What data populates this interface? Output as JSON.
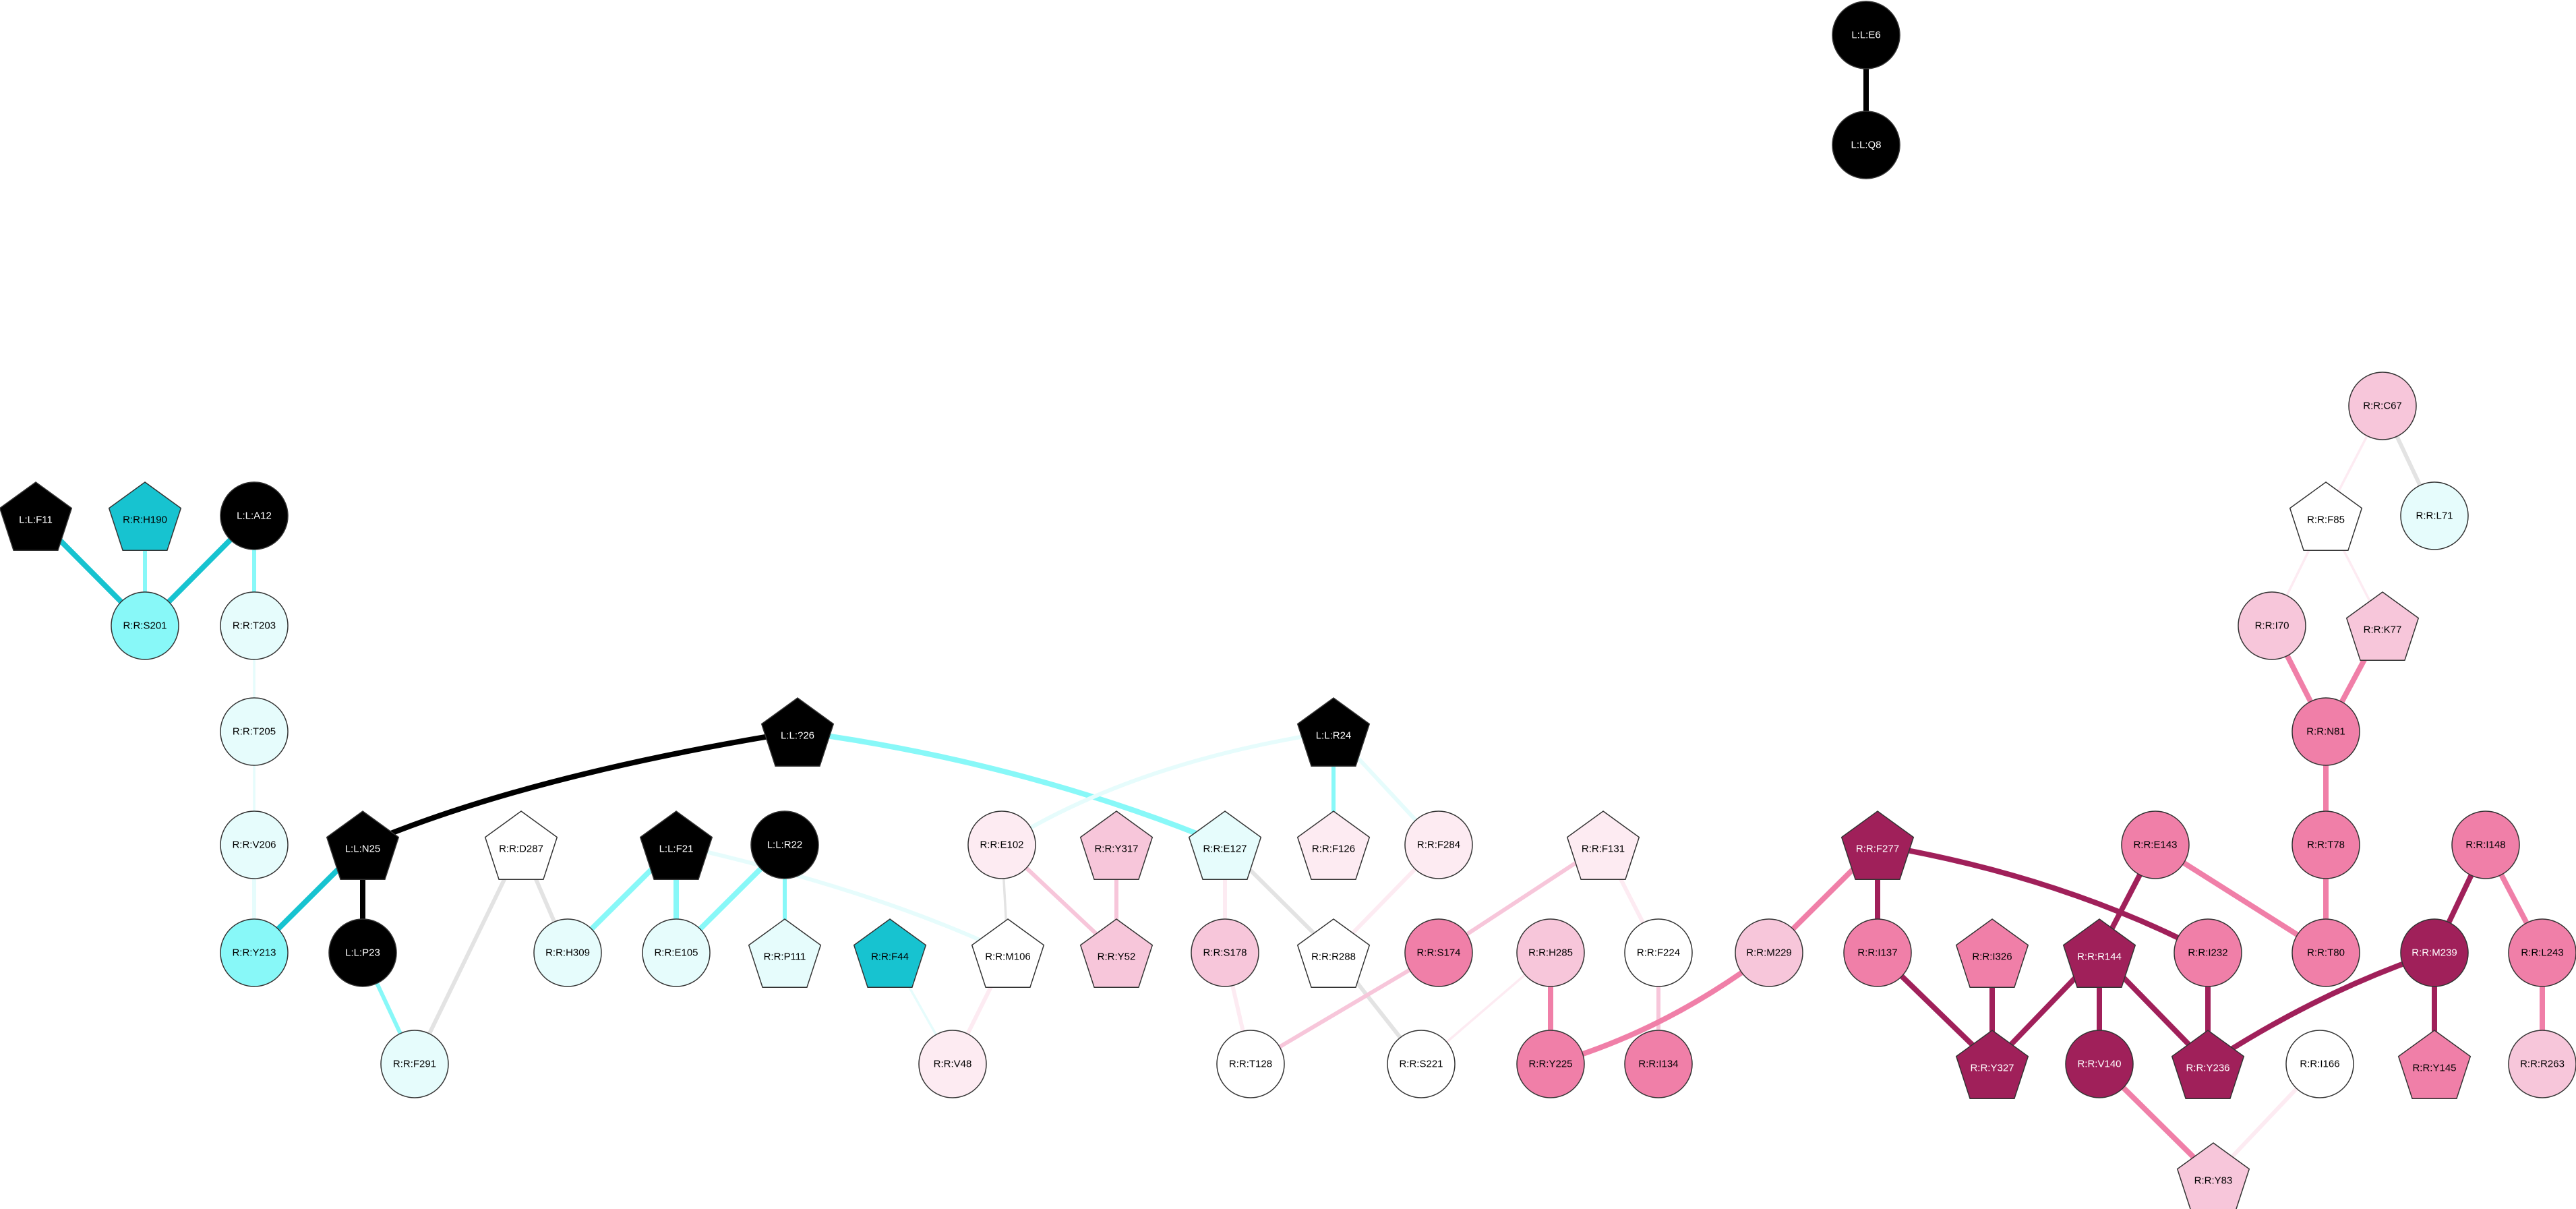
{
  "palette": {
    "black": "#000000",
    "cyan_dark": "#17c3d0",
    "cyan_mid": "#88f8f8",
    "cyan_light": "#e6fcfc",
    "pink_dark": "#a0205a",
    "pink_mid": "#f07fa8",
    "pink_light": "#f7c6da",
    "pink_faint": "#fdebf2",
    "white": "#ffffff",
    "edge_grey": "#e3e3e3"
  },
  "nodes": [
    {
      "id": "L:L:E6",
      "shape": "circle",
      "fill": "black",
      "text": "light"
    },
    {
      "id": "L:L:Q8",
      "shape": "circle",
      "fill": "black",
      "text": "light"
    },
    {
      "id": "R:R:C67",
      "shape": "circle",
      "fill": "pink_light",
      "text": "dark"
    },
    {
      "id": "R:R:F85",
      "shape": "pentagon",
      "fill": "white",
      "text": "dark"
    },
    {
      "id": "R:R:L71",
      "shape": "circle",
      "fill": "cyan_light",
      "text": "dark"
    },
    {
      "id": "R:R:I70",
      "shape": "circle",
      "fill": "pink_light",
      "text": "dark"
    },
    {
      "id": "R:R:K77",
      "shape": "pentagon",
      "fill": "pink_light",
      "text": "dark"
    },
    {
      "id": "R:R:N81",
      "shape": "circle",
      "fill": "pink_mid",
      "text": "dark"
    },
    {
      "id": "L:L:F11",
      "shape": "pentagon",
      "fill": "black",
      "text": "light"
    },
    {
      "id": "R:R:H190",
      "shape": "pentagon",
      "fill": "cyan_dark",
      "text": "dark"
    },
    {
      "id": "L:L:A12",
      "shape": "circle",
      "fill": "black",
      "text": "light"
    },
    {
      "id": "R:R:S201",
      "shape": "circle",
      "fill": "cyan_mid",
      "text": "dark"
    },
    {
      "id": "R:R:T203",
      "shape": "circle",
      "fill": "cyan_light",
      "text": "dark"
    },
    {
      "id": "R:R:T205",
      "shape": "circle",
      "fill": "cyan_light",
      "text": "dark"
    },
    {
      "id": "R:R:V206",
      "shape": "circle",
      "fill": "cyan_light",
      "text": "dark"
    },
    {
      "id": "R:R:Y213",
      "shape": "circle",
      "fill": "cyan_mid",
      "text": "dark"
    },
    {
      "id": "L:L:?26",
      "shape": "pentagon",
      "fill": "black",
      "text": "light"
    },
    {
      "id": "L:L:R24",
      "shape": "pentagon",
      "fill": "black",
      "text": "light"
    },
    {
      "id": "L:L:N25",
      "shape": "pentagon",
      "fill": "black",
      "text": "light"
    },
    {
      "id": "L:L:P23",
      "shape": "circle",
      "fill": "black",
      "text": "light"
    },
    {
      "id": "R:R:F291",
      "shape": "circle",
      "fill": "cyan_light",
      "text": "dark"
    },
    {
      "id": "R:R:D287",
      "shape": "pentagon",
      "fill": "white",
      "text": "dark"
    },
    {
      "id": "R:R:H309",
      "shape": "circle",
      "fill": "cyan_light",
      "text": "dark"
    },
    {
      "id": "L:L:F21",
      "shape": "pentagon",
      "fill": "black",
      "text": "light"
    },
    {
      "id": "L:L:R22",
      "shape": "circle",
      "fill": "black",
      "text": "light"
    },
    {
      "id": "R:R:E105",
      "shape": "circle",
      "fill": "cyan_light",
      "text": "dark"
    },
    {
      "id": "R:R:P111",
      "shape": "pentagon",
      "fill": "cyan_light",
      "text": "dark"
    },
    {
      "id": "R:R:F44",
      "shape": "pentagon",
      "fill": "cyan_dark",
      "text": "dark"
    },
    {
      "id": "R:R:E102",
      "shape": "circle",
      "fill": "pink_faint",
      "text": "dark"
    },
    {
      "id": "R:R:M106",
      "shape": "pentagon",
      "fill": "white",
      "text": "dark"
    },
    {
      "id": "R:R:V48",
      "shape": "circle",
      "fill": "pink_faint",
      "text": "dark"
    },
    {
      "id": "R:R:Y317",
      "shape": "pentagon",
      "fill": "pink_light",
      "text": "dark"
    },
    {
      "id": "R:R:Y52",
      "shape": "pentagon",
      "fill": "pink_light",
      "text": "dark"
    },
    {
      "id": "R:R:E127",
      "shape": "pentagon",
      "fill": "cyan_light",
      "text": "dark"
    },
    {
      "id": "R:R:S178",
      "shape": "circle",
      "fill": "pink_light",
      "text": "dark"
    },
    {
      "id": "R:R:T128",
      "shape": "circle",
      "fill": "white",
      "text": "dark"
    },
    {
      "id": "R:R:F126",
      "shape": "pentagon",
      "fill": "pink_faint",
      "text": "dark"
    },
    {
      "id": "R:R:F284",
      "shape": "circle",
      "fill": "pink_faint",
      "text": "dark"
    },
    {
      "id": "R:R:R288",
      "shape": "pentagon",
      "fill": "white",
      "text": "dark"
    },
    {
      "id": "R:R:S174",
      "shape": "circle",
      "fill": "pink_mid",
      "text": "dark"
    },
    {
      "id": "R:R:S221",
      "shape": "circle",
      "fill": "white",
      "text": "dark"
    },
    {
      "id": "R:R:F131",
      "shape": "pentagon",
      "fill": "pink_faint",
      "text": "dark"
    },
    {
      "id": "R:R:H285",
      "shape": "circle",
      "fill": "pink_light",
      "text": "dark"
    },
    {
      "id": "R:R:F224",
      "shape": "circle",
      "fill": "white",
      "text": "dark"
    },
    {
      "id": "R:R:Y225",
      "shape": "circle",
      "fill": "pink_mid",
      "text": "dark"
    },
    {
      "id": "R:R:I134",
      "shape": "circle",
      "fill": "pink_mid",
      "text": "dark"
    },
    {
      "id": "R:R:M229",
      "shape": "circle",
      "fill": "pink_light",
      "text": "dark"
    },
    {
      "id": "R:R:F277",
      "shape": "pentagon",
      "fill": "pink_dark",
      "text": "light"
    },
    {
      "id": "R:R:I137",
      "shape": "circle",
      "fill": "pink_mid",
      "text": "dark"
    },
    {
      "id": "R:R:I326",
      "shape": "pentagon",
      "fill": "pink_mid",
      "text": "dark"
    },
    {
      "id": "R:R:Y327",
      "shape": "pentagon",
      "fill": "pink_dark",
      "text": "light"
    },
    {
      "id": "R:R:E143",
      "shape": "circle",
      "fill": "pink_mid",
      "text": "dark"
    },
    {
      "id": "R:R:R144",
      "shape": "pentagon",
      "fill": "pink_dark",
      "text": "light"
    },
    {
      "id": "R:R:V140",
      "shape": "circle",
      "fill": "pink_dark",
      "text": "light"
    },
    {
      "id": "R:R:I232",
      "shape": "circle",
      "fill": "pink_mid",
      "text": "dark"
    },
    {
      "id": "R:R:Y236",
      "shape": "pentagon",
      "fill": "pink_dark",
      "text": "light"
    },
    {
      "id": "R:R:T78",
      "shape": "circle",
      "fill": "pink_mid",
      "text": "dark"
    },
    {
      "id": "R:R:T80",
      "shape": "circle",
      "fill": "pink_mid",
      "text": "dark"
    },
    {
      "id": "R:R:I166",
      "shape": "circle",
      "fill": "white",
      "text": "dark"
    },
    {
      "id": "R:R:Y83",
      "shape": "pentagon",
      "fill": "pink_light",
      "text": "dark"
    },
    {
      "id": "R:R:I148",
      "shape": "circle",
      "fill": "pink_mid",
      "text": "dark"
    },
    {
      "id": "R:R:M239",
      "shape": "circle",
      "fill": "pink_dark",
      "text": "light"
    },
    {
      "id": "R:R:L243",
      "shape": "circle",
      "fill": "pink_mid",
      "text": "dark"
    },
    {
      "id": "R:R:Y145",
      "shape": "pentagon",
      "fill": "pink_mid",
      "text": "dark"
    },
    {
      "id": "R:R:R263",
      "shape": "circle",
      "fill": "pink_light",
      "text": "dark"
    }
  ],
  "edges": [
    {
      "source": "L:L:E6",
      "target": "L:L:Q8",
      "color": "black",
      "weight": "heavy"
    },
    {
      "source": "R:R:C67",
      "target": "R:R:F85",
      "color": "pink_faint",
      "weight": "light"
    },
    {
      "source": "R:R:C67",
      "target": "R:R:L71",
      "color": "edge_grey",
      "weight": "medium"
    },
    {
      "source": "R:R:F85",
      "target": "R:R:I70",
      "color": "pink_faint",
      "weight": "light"
    },
    {
      "source": "R:R:F85",
      "target": "R:R:K77",
      "color": "pink_faint",
      "weight": "light"
    },
    {
      "source": "R:R:I70",
      "target": "R:R:N81",
      "color": "pink_mid",
      "weight": "heavy"
    },
    {
      "source": "R:R:K77",
      "target": "R:R:N81",
      "color": "pink_mid",
      "weight": "heavy"
    },
    {
      "source": "R:R:N81",
      "target": "R:R:T78",
      "color": "pink_mid",
      "weight": "heavy"
    },
    {
      "source": "R:R:T78",
      "target": "R:R:T80",
      "color": "pink_mid",
      "weight": "heavy"
    },
    {
      "source": "L:L:F11",
      "target": "R:R:S201",
      "color": "cyan_dark",
      "weight": "heavy"
    },
    {
      "source": "R:R:H190",
      "target": "R:R:S201",
      "color": "cyan_mid",
      "weight": "medium"
    },
    {
      "source": "L:L:A12",
      "target": "R:R:S201",
      "color": "cyan_dark",
      "weight": "heavy"
    },
    {
      "source": "L:L:A12",
      "target": "R:R:T203",
      "color": "cyan_mid",
      "weight": "medium"
    },
    {
      "source": "R:R:T203",
      "target": "R:R:T205",
      "color": "cyan_light",
      "weight": "light"
    },
    {
      "source": "R:R:T205",
      "target": "R:R:V206",
      "color": "cyan_light",
      "weight": "light"
    },
    {
      "source": "R:R:V206",
      "target": "R:R:Y213",
      "color": "cyan_light",
      "weight": "medium"
    },
    {
      "source": "L:L:N25",
      "target": "R:R:Y213",
      "color": "cyan_dark",
      "weight": "heavy"
    },
    {
      "source": "L:L:N25",
      "target": "L:L:P23",
      "color": "black",
      "weight": "heavy"
    },
    {
      "source": "L:L:?26",
      "target": "L:L:N25",
      "color": "black",
      "weight": "heavy",
      "curve": 1
    },
    {
      "source": "L:L:?26",
      "target": "R:R:E127",
      "color": "cyan_mid",
      "weight": "heavy",
      "curve": 1
    },
    {
      "source": "L:L:P23",
      "target": "R:R:F291",
      "color": "cyan_mid",
      "weight": "medium"
    },
    {
      "source": "R:R:D287",
      "target": "R:R:F291",
      "color": "edge_grey",
      "weight": "medium"
    },
    {
      "source": "R:R:D287",
      "target": "R:R:H309",
      "color": "edge_grey",
      "weight": "medium"
    },
    {
      "source": "L:L:F21",
      "target": "R:R:H309",
      "color": "cyan_mid",
      "weight": "heavy"
    },
    {
      "source": "L:L:F21",
      "target": "R:R:E105",
      "color": "cyan_mid",
      "weight": "heavy"
    },
    {
      "source": "L:L:F21",
      "target": "R:R:M106",
      "color": "cyan_light",
      "weight": "medium",
      "curve": 1
    },
    {
      "source": "L:L:R22",
      "target": "R:R:E105",
      "color": "cyan_mid",
      "weight": "heavy"
    },
    {
      "source": "L:L:R22",
      "target": "R:R:P111",
      "color": "cyan_mid",
      "weight": "medium"
    },
    {
      "source": "R:R:F44",
      "target": "R:R:V48",
      "color": "cyan_light",
      "weight": "light"
    },
    {
      "source": "R:R:E102",
      "target": "R:R:M106",
      "color": "edge_grey",
      "weight": "light"
    },
    {
      "source": "R:R:E102",
      "target": "R:R:Y52",
      "color": "pink_light",
      "weight": "medium"
    },
    {
      "source": "R:R:M106",
      "target": "R:R:V48",
      "color": "pink_faint",
      "weight": "medium"
    },
    {
      "source": "R:R:Y317",
      "target": "R:R:Y52",
      "color": "pink_light",
      "weight": "medium"
    },
    {
      "source": "L:L:R24",
      "target": "R:R:E102",
      "color": "cyan_light",
      "weight": "medium",
      "curve": 1
    },
    {
      "source": "L:L:R24",
      "target": "R:R:F126",
      "color": "cyan_mid",
      "weight": "medium"
    },
    {
      "source": "L:L:R24",
      "target": "R:R:F284",
      "color": "cyan_light",
      "weight": "medium"
    },
    {
      "source": "R:R:E127",
      "target": "R:R:S178",
      "color": "pink_faint",
      "weight": "medium"
    },
    {
      "source": "R:R:E127",
      "target": "R:R:R288",
      "color": "edge_grey",
      "weight": "medium"
    },
    {
      "source": "R:R:S178",
      "target": "R:R:T128",
      "color": "pink_faint",
      "weight": "medium"
    },
    {
      "source": "R:R:F284",
      "target": "R:R:R288",
      "color": "pink_faint",
      "weight": "medium"
    },
    {
      "source": "R:R:R288",
      "target": "R:R:S221",
      "color": "edge_grey",
      "weight": "medium"
    },
    {
      "source": "R:R:S174",
      "target": "R:R:T128",
      "color": "pink_light",
      "weight": "medium"
    },
    {
      "source": "R:R:F131",
      "target": "R:R:S174",
      "color": "pink_light",
      "weight": "medium"
    },
    {
      "source": "R:R:F131",
      "target": "R:R:F224",
      "color": "pink_faint",
      "weight": "medium"
    },
    {
      "source": "R:R:H285",
      "target": "R:R:S221",
      "color": "pink_faint",
      "weight": "light"
    },
    {
      "source": "R:R:H285",
      "target": "R:R:Y225",
      "color": "pink_mid",
      "weight": "heavy"
    },
    {
      "source": "R:R:F224",
      "target": "R:R:I134",
      "color": "pink_light",
      "weight": "medium"
    },
    {
      "source": "R:R:M229",
      "target": "R:R:Y225",
      "color": "pink_mid",
      "weight": "heavy",
      "curve": 1
    },
    {
      "source": "R:R:F277",
      "target": "R:R:M229",
      "color": "pink_mid",
      "weight": "heavy"
    },
    {
      "source": "R:R:F277",
      "target": "R:R:I137",
      "color": "pink_dark",
      "weight": "heavy"
    },
    {
      "source": "R:R:F277",
      "target": "R:R:I232",
      "color": "pink_dark",
      "weight": "heavy",
      "curve": 1
    },
    {
      "source": "R:R:I137",
      "target": "R:R:Y327",
      "color": "pink_dark",
      "weight": "heavy"
    },
    {
      "source": "R:R:I326",
      "target": "R:R:Y327",
      "color": "pink_dark",
      "weight": "heavy"
    },
    {
      "source": "R:R:R144",
      "target": "R:R:Y327",
      "color": "pink_dark",
      "weight": "heavy"
    },
    {
      "source": "R:R:E143",
      "target": "R:R:R144",
      "color": "pink_dark",
      "weight": "heavy"
    },
    {
      "source": "R:R:E143",
      "target": "R:R:T80",
      "color": "pink_mid",
      "weight": "heavy"
    },
    {
      "source": "R:R:R144",
      "target": "R:R:V140",
      "color": "pink_dark",
      "weight": "heavy"
    },
    {
      "source": "R:R:R144",
      "target": "R:R:Y236",
      "color": "pink_dark",
      "weight": "heavy"
    },
    {
      "source": "R:R:I232",
      "target": "R:R:Y236",
      "color": "pink_dark",
      "weight": "heavy"
    },
    {
      "source": "R:R:V140",
      "target": "R:R:Y83",
      "color": "pink_mid",
      "weight": "heavy"
    },
    {
      "source": "R:R:I166",
      "target": "R:R:Y83",
      "color": "pink_faint",
      "weight": "medium"
    },
    {
      "source": "R:R:I148",
      "target": "R:R:M239",
      "color": "pink_dark",
      "weight": "heavy"
    },
    {
      "source": "R:R:I148",
      "target": "R:R:L243",
      "color": "pink_mid",
      "weight": "heavy"
    },
    {
      "source": "R:R:M239",
      "target": "R:R:Y236",
      "color": "pink_dark",
      "weight": "heavy",
      "curve": 1
    },
    {
      "source": "R:R:M239",
      "target": "R:R:Y145",
      "color": "pink_dark",
      "weight": "heavy"
    },
    {
      "source": "R:R:L243",
      "target": "R:R:R263",
      "color": "pink_mid",
      "weight": "heavy"
    }
  ]
}
